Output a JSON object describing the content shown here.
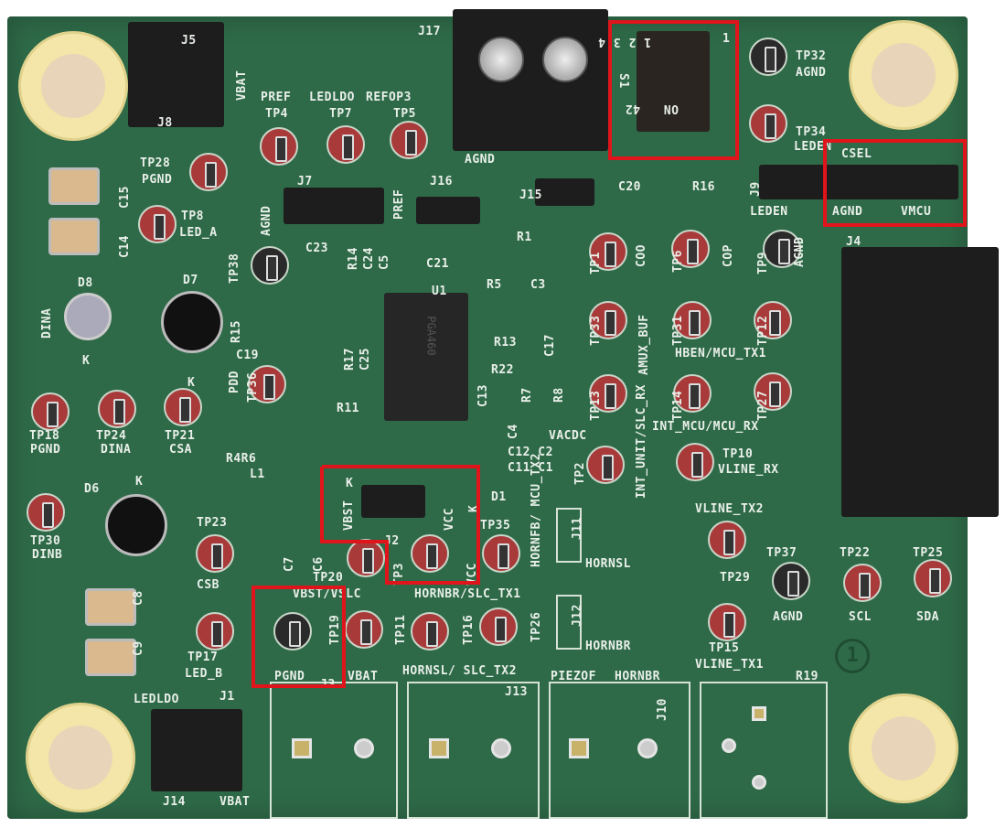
{
  "board": {
    "colors": {
      "pcb": "#2e6a48",
      "silkscreen": "#e9efe9",
      "highlight": "#e0151b",
      "testpoint_red": "#a83a3a",
      "testpoint_black": "#2a2a2a"
    },
    "chip_marking": "PGA460",
    "silkscreen_labels": [
      "J17",
      "AGND",
      "S1",
      "1",
      "1 2 3 4",
      "ON",
      "42",
      "J5",
      "J8",
      "VBAT",
      "PREF",
      "LEDLDO",
      "REFOP3",
      "TP4",
      "TP7",
      "TP5",
      "TP28",
      "PGND",
      "TP8",
      "LED_A",
      "C15",
      "C14",
      "J7",
      "AGND",
      "PREF",
      "J16",
      "J15",
      "C20",
      "R16",
      "TP32",
      "AGND",
      "TP34",
      "LEDEN",
      "J9",
      "CSEL",
      "LEDEN",
      "AGND",
      "VMCU",
      "J4",
      "D8",
      "DINA",
      "K",
      "D7",
      "K",
      "TP38",
      "C23",
      "R14",
      "C24",
      "C5",
      "C21",
      "U1",
      "R5",
      "C3",
      "R1",
      "TP1",
      "COO",
      "TP6",
      "COP",
      "TP9",
      "AGND",
      "TP33",
      "AMUX_BUF",
      "TP31",
      "TP12",
      "HBEN/MCU_TX1",
      "TP13",
      "INT_UNIT/SLC_RX",
      "TP14",
      "TP27",
      "INT_MCU/MCU_RX",
      "R15",
      "C19",
      "R17",
      "C25",
      "C17",
      "R13",
      "R22",
      "R7",
      "R8",
      "C13",
      "PDD",
      "TP36",
      "R11",
      "TP18",
      "PGND",
      "TP24",
      "DINA",
      "TP21",
      "CSA",
      "R4R6",
      "L1",
      "C4",
      "C12 C2",
      "C11 C1",
      "VACDC",
      "TP2",
      "TP10",
      "VLINE_RX",
      "D1",
      "D6",
      "K",
      "TP30",
      "DINB",
      "TP23",
      "CSB",
      "VBST",
      "K",
      "J2",
      "VCC",
      "K",
      "TP3",
      "VCC",
      "TP35",
      "HORNFB/ MCU_TX2",
      "J11",
      "HORNSL",
      "VLINE_TX2",
      "TP29",
      "TP37",
      "AGND",
      "TP22",
      "SCL",
      "TP25",
      "SDA",
      "TP20",
      "VBST/VSLC",
      "HORNBR/SLC_TX1",
      "C7",
      "C6",
      "TP19",
      "PGND",
      "J3",
      "TP11",
      "VBAT",
      "TP16",
      "HORNSL/ SLC_TX2",
      "TP26",
      "J13",
      "J12",
      "HORNBR",
      "TP15",
      "VLINE_TX1",
      "PIEZOF",
      "HORNBR",
      "J10",
      "R19",
      "C8",
      "C9",
      "TP17",
      "LED_B",
      "LEDLDO",
      "J1",
      "J14",
      "VBAT"
    ],
    "test_points": [
      {
        "id": "TP4",
        "color": "red"
      },
      {
        "id": "TP7",
        "color": "red"
      },
      {
        "id": "TP5",
        "color": "red"
      },
      {
        "id": "TP28",
        "color": "red"
      },
      {
        "id": "TP8",
        "color": "red"
      },
      {
        "id": "TP38",
        "color": "black"
      },
      {
        "id": "TP36",
        "color": "red"
      },
      {
        "id": "TP18",
        "color": "red"
      },
      {
        "id": "TP24",
        "color": "red"
      },
      {
        "id": "TP21",
        "color": "red"
      },
      {
        "id": "TP30",
        "color": "red"
      },
      {
        "id": "TP23",
        "color": "red"
      },
      {
        "id": "TP17",
        "color": "red"
      },
      {
        "id": "TP32",
        "color": "black"
      },
      {
        "id": "TP34",
        "color": "red"
      },
      {
        "id": "TP1",
        "color": "red"
      },
      {
        "id": "TP6",
        "color": "red"
      },
      {
        "id": "TP9",
        "color": "black"
      },
      {
        "id": "TP33",
        "color": "red"
      },
      {
        "id": "TP31",
        "color": "red"
      },
      {
        "id": "TP12",
        "color": "red"
      },
      {
        "id": "TP13",
        "color": "red"
      },
      {
        "id": "TP14",
        "color": "red"
      },
      {
        "id": "TP27",
        "color": "red"
      },
      {
        "id": "TP2",
        "color": "red"
      },
      {
        "id": "TP10",
        "color": "red"
      },
      {
        "id": "TP29",
        "color": "red"
      },
      {
        "id": "TP15",
        "color": "red"
      },
      {
        "id": "TP37",
        "color": "black"
      },
      {
        "id": "TP22",
        "color": "red"
      },
      {
        "id": "TP25",
        "color": "red"
      },
      {
        "id": "TP20",
        "color": "red"
      },
      {
        "id": "TP3",
        "color": "red"
      },
      {
        "id": "TP35",
        "color": "red"
      },
      {
        "id": "TP19",
        "color": "black"
      },
      {
        "id": "TP11",
        "color": "red"
      },
      {
        "id": "TP16",
        "color": "red"
      },
      {
        "id": "TP26",
        "color": "red"
      }
    ],
    "highlighted_regions": [
      "S1",
      "CSEL",
      "J2",
      "J3"
    ],
    "board_marker": "1"
  }
}
